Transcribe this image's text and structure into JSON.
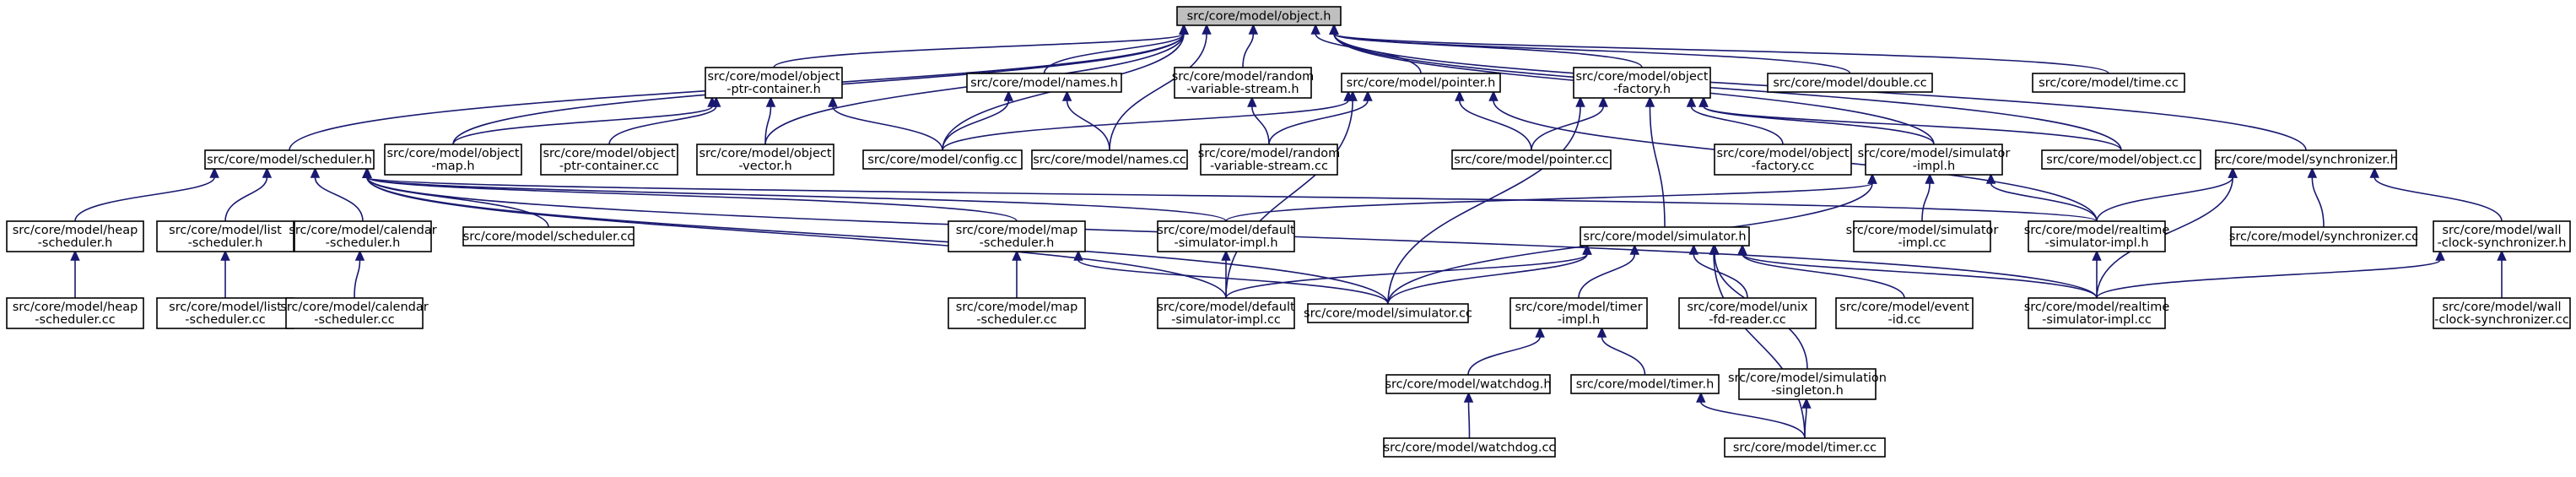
{
  "graph": {
    "edge_color": "#191970",
    "root_fill": "#bfbfbf",
    "node_fill": "#ffffff",
    "nodes": [
      {
        "id": "object_h",
        "lines": [
          "src/core/model/object.h"
        ],
        "root": true
      },
      {
        "id": "object_ptr_container_h",
        "lines": [
          "src/core/model/object",
          "-ptr-container.h"
        ]
      },
      {
        "id": "names_h",
        "lines": [
          "src/core/model/names.h"
        ]
      },
      {
        "id": "random_variable_stream_h",
        "lines": [
          "src/core/model/random",
          "-variable-stream.h"
        ]
      },
      {
        "id": "pointer_h",
        "lines": [
          "src/core/model/pointer.h"
        ]
      },
      {
        "id": "object_factory_h",
        "lines": [
          "src/core/model/object",
          "-factory.h"
        ]
      },
      {
        "id": "double_cc",
        "lines": [
          "src/core/model/double.cc"
        ]
      },
      {
        "id": "time_cc",
        "lines": [
          "src/core/model/time.cc"
        ]
      },
      {
        "id": "scheduler_h",
        "lines": [
          "src/core/model/scheduler.h"
        ]
      },
      {
        "id": "object_map_h",
        "lines": [
          "src/core/model/object",
          "-map.h"
        ]
      },
      {
        "id": "object_ptr_container_cc",
        "lines": [
          "src/core/model/object",
          "-ptr-container.cc"
        ]
      },
      {
        "id": "object_vector_h",
        "lines": [
          "src/core/model/object",
          "-vector.h"
        ]
      },
      {
        "id": "config_cc",
        "lines": [
          "src/core/model/config.cc"
        ]
      },
      {
        "id": "names_cc",
        "lines": [
          "src/core/model/names.cc"
        ]
      },
      {
        "id": "random_variable_stream_cc",
        "lines": [
          "src/core/model/random",
          "-variable-stream.cc"
        ]
      },
      {
        "id": "pointer_cc",
        "lines": [
          "src/core/model/pointer.cc"
        ]
      },
      {
        "id": "object_factory_cc",
        "lines": [
          "src/core/model/object",
          "-factory.cc"
        ]
      },
      {
        "id": "simulator_impl_h",
        "lines": [
          "src/core/model/simulator",
          "-impl.h"
        ]
      },
      {
        "id": "object_cc",
        "lines": [
          "src/core/model/object.cc"
        ]
      },
      {
        "id": "synchronizer_h",
        "lines": [
          "src/core/model/synchronizer.h"
        ]
      },
      {
        "id": "heap_scheduler_h",
        "lines": [
          "src/core/model/heap",
          "-scheduler.h"
        ]
      },
      {
        "id": "list_scheduler_h",
        "lines": [
          "src/core/model/list",
          "-scheduler.h"
        ]
      },
      {
        "id": "calendar_scheduler_h",
        "lines": [
          "src/core/model/calendar",
          "-scheduler.h"
        ]
      },
      {
        "id": "scheduler_cc",
        "lines": [
          "src/core/model/scheduler.cc"
        ]
      },
      {
        "id": "map_scheduler_h",
        "lines": [
          "src/core/model/map",
          "-scheduler.h"
        ]
      },
      {
        "id": "default_simulator_impl_h",
        "lines": [
          "src/core/model/default",
          "-simulator-impl.h"
        ]
      },
      {
        "id": "simulator_h",
        "lines": [
          "src/core/model/simulator.h"
        ]
      },
      {
        "id": "simulator_impl_cc",
        "lines": [
          "src/core/model/simulator",
          "-impl.cc"
        ]
      },
      {
        "id": "realtime_simulator_impl_h",
        "lines": [
          "src/core/model/realtime",
          "-simulator-impl.h"
        ]
      },
      {
        "id": "synchronizer_cc",
        "lines": [
          "src/core/model/synchronizer.cc"
        ]
      },
      {
        "id": "wall_clock_synchronizer_h",
        "lines": [
          "src/core/model/wall",
          "-clock-synchronizer.h"
        ]
      },
      {
        "id": "heap_scheduler_cc",
        "lines": [
          "src/core/model/heap",
          "-scheduler.cc"
        ]
      },
      {
        "id": "list_scheduler_cc",
        "lines": [
          "src/core/model/list",
          "-scheduler.cc"
        ]
      },
      {
        "id": "calendar_scheduler_cc",
        "lines": [
          "src/core/model/calendar",
          "-scheduler.cc"
        ]
      },
      {
        "id": "map_scheduler_cc",
        "lines": [
          "src/core/model/map",
          "-scheduler.cc"
        ]
      },
      {
        "id": "default_simulator_impl_cc",
        "lines": [
          "src/core/model/default",
          "-simulator-impl.cc"
        ]
      },
      {
        "id": "simulator_cc",
        "lines": [
          "src/core/model/simulator.cc"
        ]
      },
      {
        "id": "timer_impl_h",
        "lines": [
          "src/core/model/timer",
          "-impl.h"
        ]
      },
      {
        "id": "unix_fd_reader_cc",
        "lines": [
          "src/core/model/unix",
          "-fd-reader.cc"
        ]
      },
      {
        "id": "event_id_cc",
        "lines": [
          "src/core/model/event",
          "-id.cc"
        ]
      },
      {
        "id": "realtime_simulator_impl_cc",
        "lines": [
          "src/core/model/realtime",
          "-simulator-impl.cc"
        ]
      },
      {
        "id": "wall_clock_synchronizer_cc",
        "lines": [
          "src/core/model/wall",
          "-clock-synchronizer.cc"
        ]
      },
      {
        "id": "watchdog_h",
        "lines": [
          "src/core/model/watchdog.h"
        ]
      },
      {
        "id": "timer_h",
        "lines": [
          "src/core/model/timer.h"
        ]
      },
      {
        "id": "simulation_singleton_h",
        "lines": [
          "src/core/model/simulation",
          "-singleton.h"
        ]
      },
      {
        "id": "watchdog_cc",
        "lines": [
          "src/core/model/watchdog.cc"
        ]
      },
      {
        "id": "timer_cc",
        "lines": [
          "src/core/model/timer.cc"
        ]
      }
    ],
    "edges": [
      [
        "object_ptr_container_h",
        "object_h"
      ],
      [
        "names_h",
        "object_h"
      ],
      [
        "random_variable_stream_h",
        "object_h"
      ],
      [
        "pointer_h",
        "object_h"
      ],
      [
        "object_factory_h",
        "object_h"
      ],
      [
        "double_cc",
        "object_h"
      ],
      [
        "time_cc",
        "object_h"
      ],
      [
        "scheduler_h",
        "object_h"
      ],
      [
        "object_map_h",
        "object_h"
      ],
      [
        "object_vector_h",
        "object_h"
      ],
      [
        "config_cc",
        "object_h"
      ],
      [
        "names_cc",
        "object_h"
      ],
      [
        "simulator_impl_h",
        "object_h"
      ],
      [
        "object_cc",
        "object_h"
      ],
      [
        "synchronizer_h",
        "object_h"
      ],
      [
        "object_map_h",
        "object_ptr_container_h"
      ],
      [
        "object_ptr_container_cc",
        "object_ptr_container_h"
      ],
      [
        "object_vector_h",
        "object_ptr_container_h"
      ],
      [
        "config_cc",
        "object_ptr_container_h"
      ],
      [
        "config_cc",
        "names_h"
      ],
      [
        "names_cc",
        "names_h"
      ],
      [
        "random_variable_stream_cc",
        "random_variable_stream_h"
      ],
      [
        "config_cc",
        "pointer_h"
      ],
      [
        "random_variable_stream_cc",
        "pointer_h"
      ],
      [
        "pointer_cc",
        "pointer_h"
      ],
      [
        "default_simulator_impl_cc",
        "pointer_h"
      ],
      [
        "realtime_simulator_impl_h",
        "pointer_h"
      ],
      [
        "pointer_cc",
        "object_factory_h"
      ],
      [
        "object_factory_cc",
        "object_factory_h"
      ],
      [
        "simulator_impl_h",
        "object_factory_h"
      ],
      [
        "object_cc",
        "object_factory_h"
      ],
      [
        "simulator_h",
        "object_factory_h"
      ],
      [
        "simulator_cc",
        "object_factory_h"
      ],
      [
        "heap_scheduler_h",
        "scheduler_h"
      ],
      [
        "list_scheduler_h",
        "scheduler_h"
      ],
      [
        "calendar_scheduler_h",
        "scheduler_h"
      ],
      [
        "scheduler_cc",
        "scheduler_h"
      ],
      [
        "map_scheduler_h",
        "scheduler_h"
      ],
      [
        "default_simulator_impl_h",
        "scheduler_h"
      ],
      [
        "default_simulator_impl_cc",
        "scheduler_h"
      ],
      [
        "simulator_cc",
        "scheduler_h"
      ],
      [
        "realtime_simulator_impl_h",
        "scheduler_h"
      ],
      [
        "realtime_simulator_impl_cc",
        "scheduler_h"
      ],
      [
        "default_simulator_impl_h",
        "simulator_impl_h"
      ],
      [
        "simulator_impl_cc",
        "simulator_impl_h"
      ],
      [
        "realtime_simulator_impl_h",
        "simulator_impl_h"
      ],
      [
        "simulator_cc",
        "simulator_impl_h"
      ],
      [
        "realtime_simulator_impl_h",
        "synchronizer_h"
      ],
      [
        "synchronizer_cc",
        "synchronizer_h"
      ],
      [
        "wall_clock_synchronizer_h",
        "synchronizer_h"
      ],
      [
        "realtime_simulator_impl_cc",
        "synchronizer_h"
      ],
      [
        "heap_scheduler_cc",
        "heap_scheduler_h"
      ],
      [
        "list_scheduler_cc",
        "list_scheduler_h"
      ],
      [
        "calendar_scheduler_cc",
        "calendar_scheduler_h"
      ],
      [
        "map_scheduler_cc",
        "map_scheduler_h"
      ],
      [
        "simulator_cc",
        "map_scheduler_h"
      ],
      [
        "default_simulator_impl_cc",
        "default_simulator_impl_h"
      ],
      [
        "default_simulator_impl_cc",
        "simulator_h"
      ],
      [
        "simulator_cc",
        "simulator_h"
      ],
      [
        "timer_impl_h",
        "simulator_h"
      ],
      [
        "unix_fd_reader_cc",
        "simulator_h"
      ],
      [
        "event_id_cc",
        "simulator_h"
      ],
      [
        "realtime_simulator_impl_cc",
        "simulator_h"
      ],
      [
        "simulation_singleton_h",
        "simulator_h"
      ],
      [
        "timer_cc",
        "simulator_h"
      ],
      [
        "realtime_simulator_impl_cc",
        "realtime_simulator_impl_h"
      ],
      [
        "realtime_simulator_impl_cc",
        "wall_clock_synchronizer_h"
      ],
      [
        "wall_clock_synchronizer_cc",
        "wall_clock_synchronizer_h"
      ],
      [
        "watchdog_h",
        "timer_impl_h"
      ],
      [
        "timer_h",
        "timer_impl_h"
      ],
      [
        "watchdog_cc",
        "watchdog_h"
      ],
      [
        "timer_cc",
        "timer_h"
      ],
      [
        "timer_cc",
        "simulation_singleton_h"
      ]
    ]
  }
}
